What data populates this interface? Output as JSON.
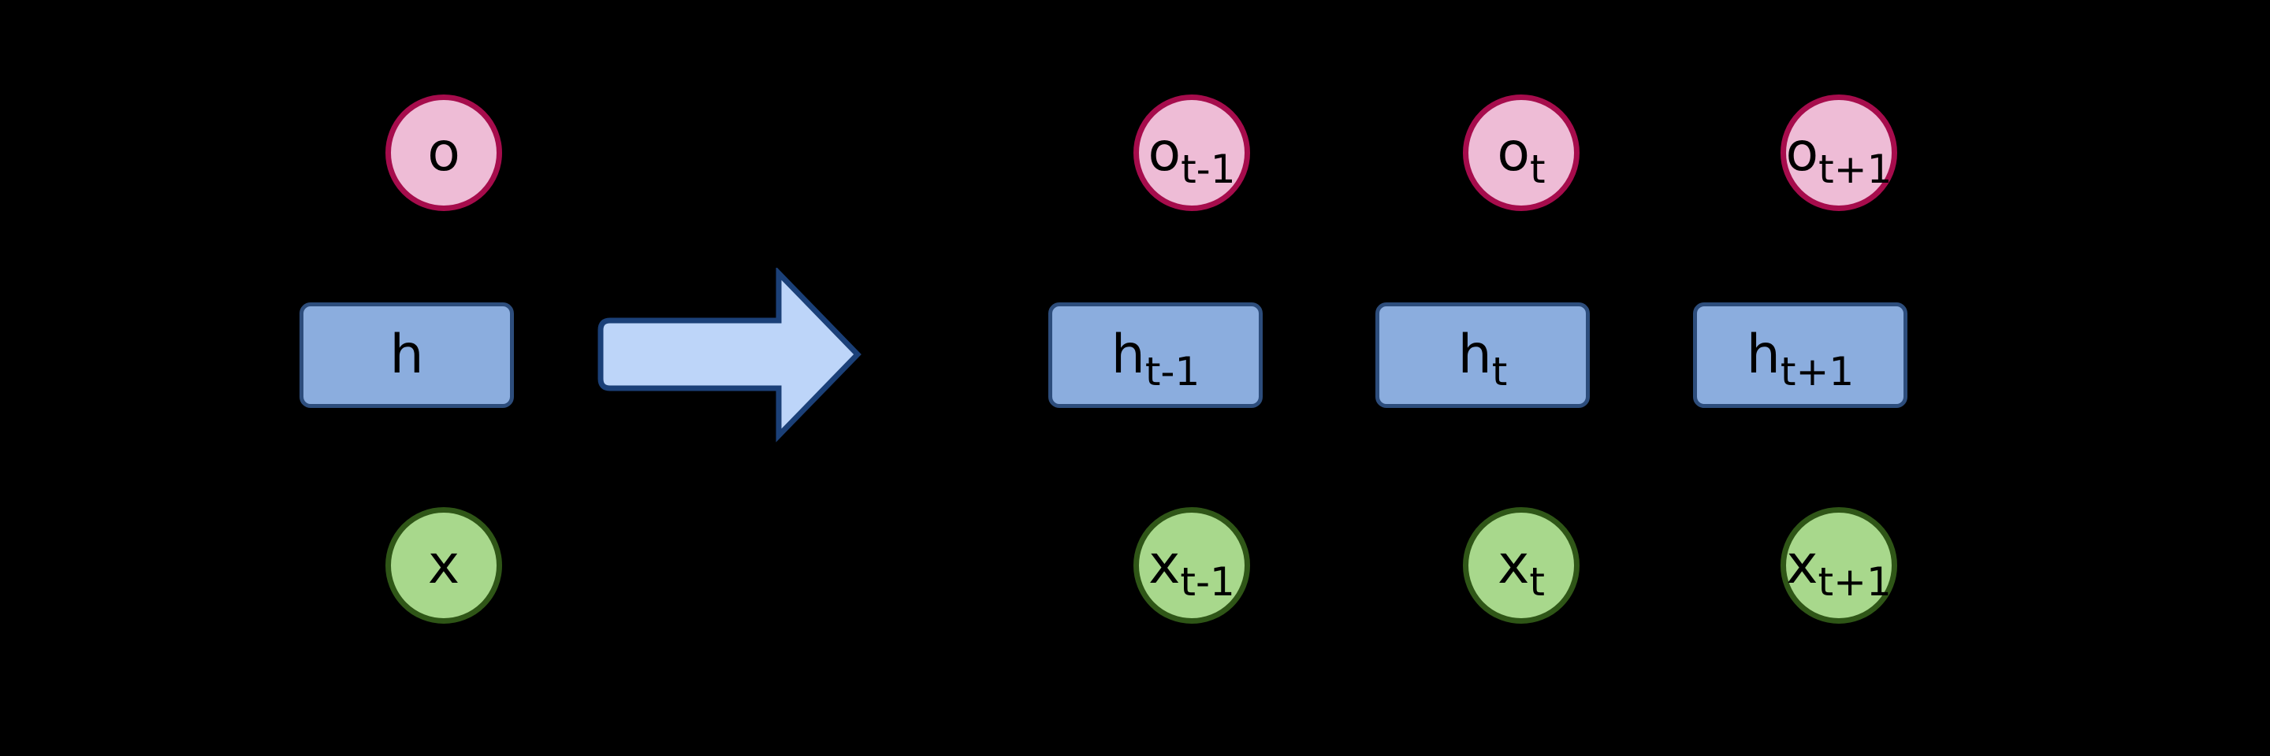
{
  "colors": {
    "canvas_bg": "#000000",
    "output_fill": "#eebcd6",
    "output_stroke": "#a60c4c",
    "hidden_fill": "#8badde",
    "hidden_stroke": "#2d4d7c",
    "input_fill": "#a8d88c",
    "input_stroke": "#2f5617",
    "arrow_fill": "#bdd5f9",
    "arrow_stroke": "#1b4078",
    "label_color": "#000000"
  },
  "folded_unit": {
    "output": {
      "base": "o",
      "sub": ""
    },
    "hidden": {
      "base": "h",
      "sub": ""
    },
    "input": {
      "base": "x",
      "sub": ""
    }
  },
  "unrolled_units": [
    {
      "output": {
        "base": "o",
        "sub": "t-1"
      },
      "hidden": {
        "base": "h",
        "sub": "t-1"
      },
      "input": {
        "base": "x",
        "sub": "t-1"
      }
    },
    {
      "output": {
        "base": "o",
        "sub": "t"
      },
      "hidden": {
        "base": "h",
        "sub": "t"
      },
      "input": {
        "base": "x",
        "sub": "t"
      }
    },
    {
      "output": {
        "base": "o",
        "sub": "t+1"
      },
      "hidden": {
        "base": "h",
        "sub": "t+1"
      },
      "input": {
        "base": "x",
        "sub": "t+1"
      }
    }
  ]
}
